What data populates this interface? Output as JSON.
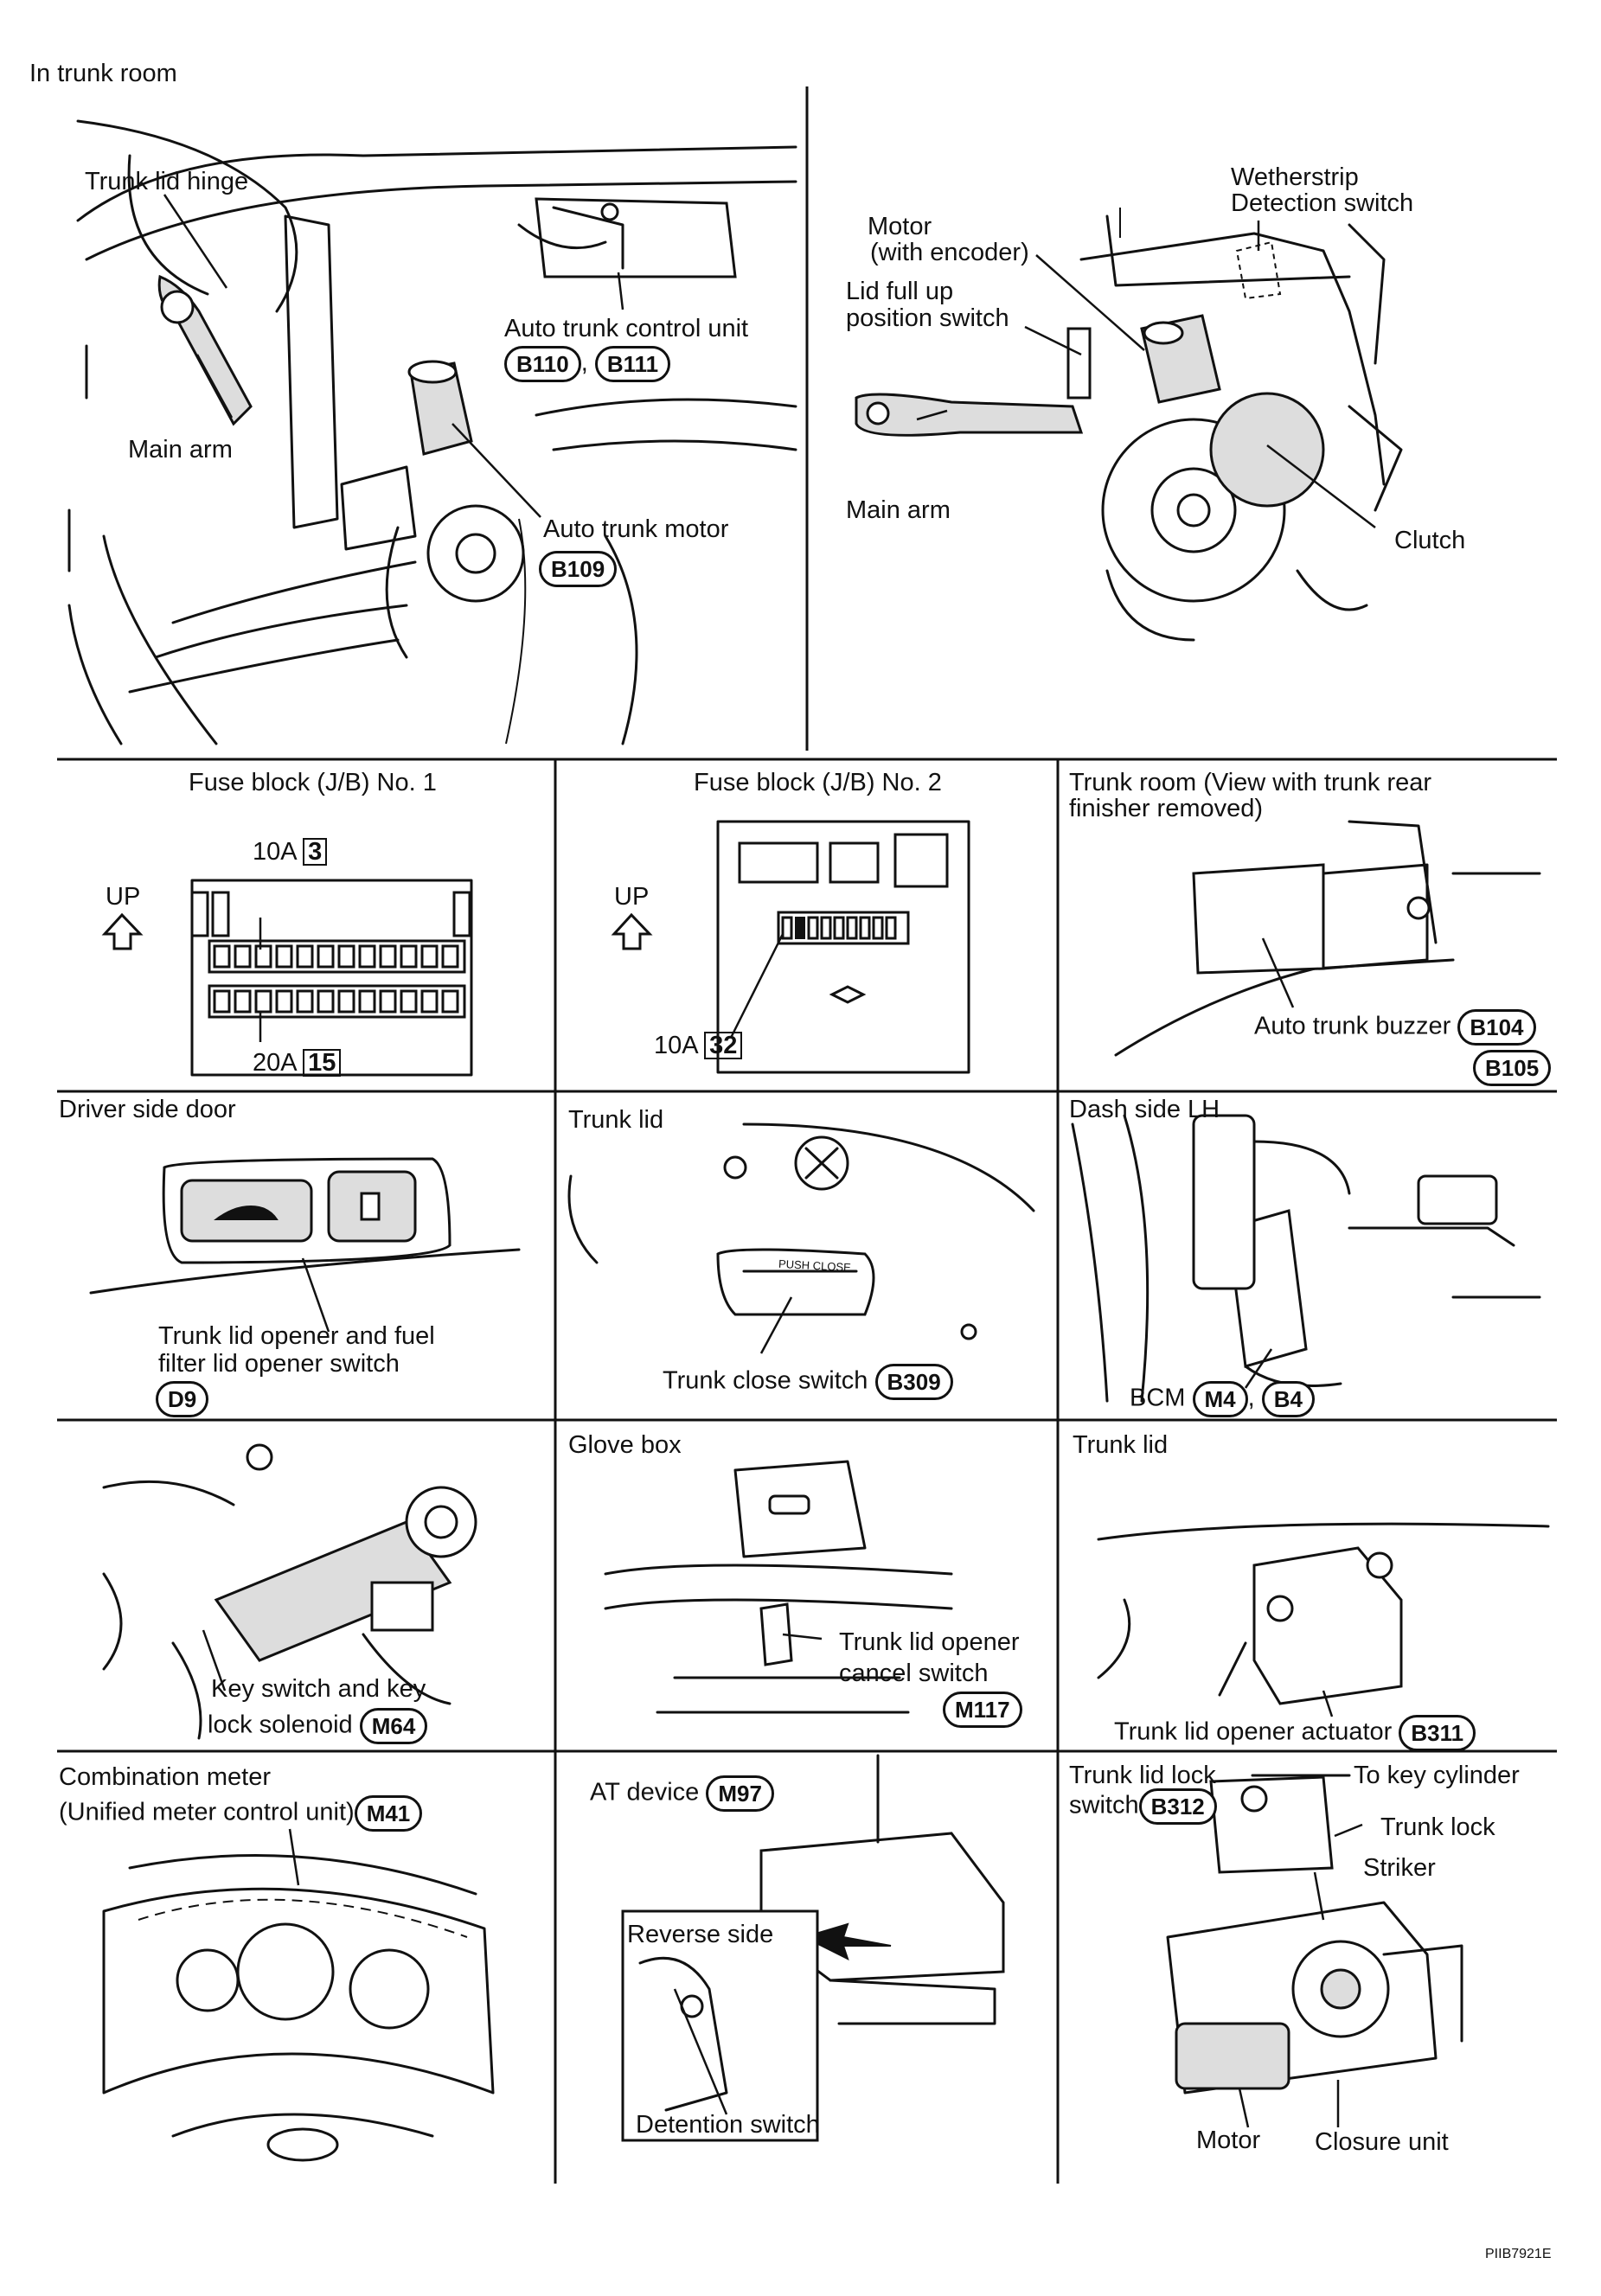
{
  "page_title": "In trunk room",
  "figure_id": "PIIB7921E",
  "top_left": {
    "trunk_lid_hinge": "Trunk lid hinge",
    "auto_trunk_control_unit": "Auto trunk control unit",
    "control_unit_connectors": [
      "B110",
      "B111"
    ],
    "main_arm": "Main arm",
    "auto_trunk_motor": "Auto trunk motor",
    "motor_connector": "B109"
  },
  "top_right": {
    "wetherstrip_line1": "Wetherstrip",
    "wetherstrip_line2": "Detection switch",
    "motor_line1": "Motor",
    "motor_line2": "(with encoder)",
    "lid_full_line1": "Lid full up",
    "lid_full_line2": "position switch",
    "main_arm": "Main arm",
    "clutch": "Clutch"
  },
  "fuse1": {
    "title": "Fuse block (J/B) No. 1",
    "up": "UP",
    "fuse_top_amp": "10A",
    "fuse_top_num": "3",
    "fuse_bottom_amp": "20A",
    "fuse_bottom_num": "15"
  },
  "fuse2": {
    "title": "Fuse block (J/B) No. 2",
    "up": "UP",
    "fuse_amp": "10A",
    "fuse_num": "32"
  },
  "trunk_room_view": {
    "title_line1": "Trunk room (View with trunk rear",
    "title_line2": "finisher removed)",
    "buzzer": "Auto trunk buzzer",
    "connectors": [
      "B104",
      "B105"
    ]
  },
  "driver_door": {
    "title": "Driver side door",
    "label_line1": "Trunk lid opener and fuel",
    "label_line2": "filter lid opener switch",
    "connector": "D9"
  },
  "trunk_lid1": {
    "title": "Trunk lid",
    "switch_text": "PUSH CLOSE",
    "label": "Trunk close switch",
    "connector": "B309"
  },
  "dash_side": {
    "title": "Dash side LH",
    "bcm": "BCM",
    "connectors": [
      "M4",
      "B4"
    ]
  },
  "key_switch": {
    "label_line1": "Key switch and key",
    "label_line2": "lock solenoid",
    "connector": "M64"
  },
  "glove_box": {
    "title": "Glove box",
    "label_line1": "Trunk lid opener",
    "label_line2": "cancel switch",
    "connector": "M117"
  },
  "trunk_lid2": {
    "title": "Trunk lid",
    "label": "Trunk lid opener actuator",
    "connector": "B311"
  },
  "combo_meter": {
    "title_line1": "Combination meter",
    "title_line2": "(Unified meter control unit)",
    "connector": "M41"
  },
  "at_device": {
    "title": "AT device",
    "connector": "M97",
    "reverse_side": "Reverse side",
    "detention_switch": "Detention switch"
  },
  "trunk_lock": {
    "title_line1": "Trunk lid lock",
    "title_line2": "switch",
    "connector": "B312",
    "to_key_cylinder": "To key cylinder",
    "trunk_lock": "Trunk lock",
    "striker": "Striker",
    "motor": "Motor",
    "closure_unit": "Closure unit"
  }
}
